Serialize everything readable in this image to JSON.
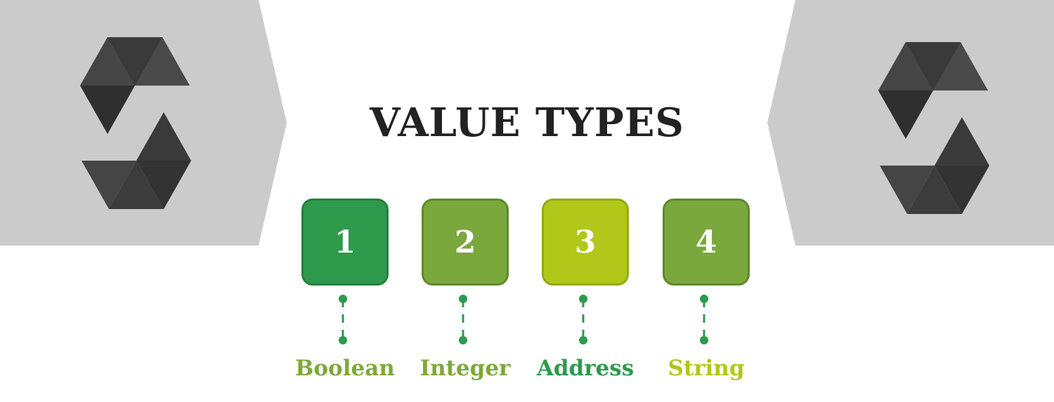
{
  "title": "VALUE TYPES",
  "logo_icon": "solidity-logo-icon",
  "colors": {
    "panel": "#cbcbcb",
    "logo_dark": "#343434",
    "logo_mid": "#454545",
    "connector": "#2e9a4c"
  },
  "types": [
    {
      "number": "1",
      "label": "Boolean",
      "box_color": "#2e9a4c",
      "box_border": "#248040",
      "label_color": "#7ea83a"
    },
    {
      "number": "2",
      "label": "Integer",
      "box_color": "#7aa83c",
      "box_border": "#5f8a2c",
      "label_color": "#7ea83a"
    },
    {
      "number": "3",
      "label": "Address",
      "box_color": "#b1c71a",
      "box_border": "#94aa10",
      "label_color": "#2e9a4c"
    },
    {
      "number": "4",
      "label": "String",
      "box_color": "#7aa83c",
      "box_border": "#5f8a2c",
      "label_color": "#b1c71a"
    }
  ]
}
